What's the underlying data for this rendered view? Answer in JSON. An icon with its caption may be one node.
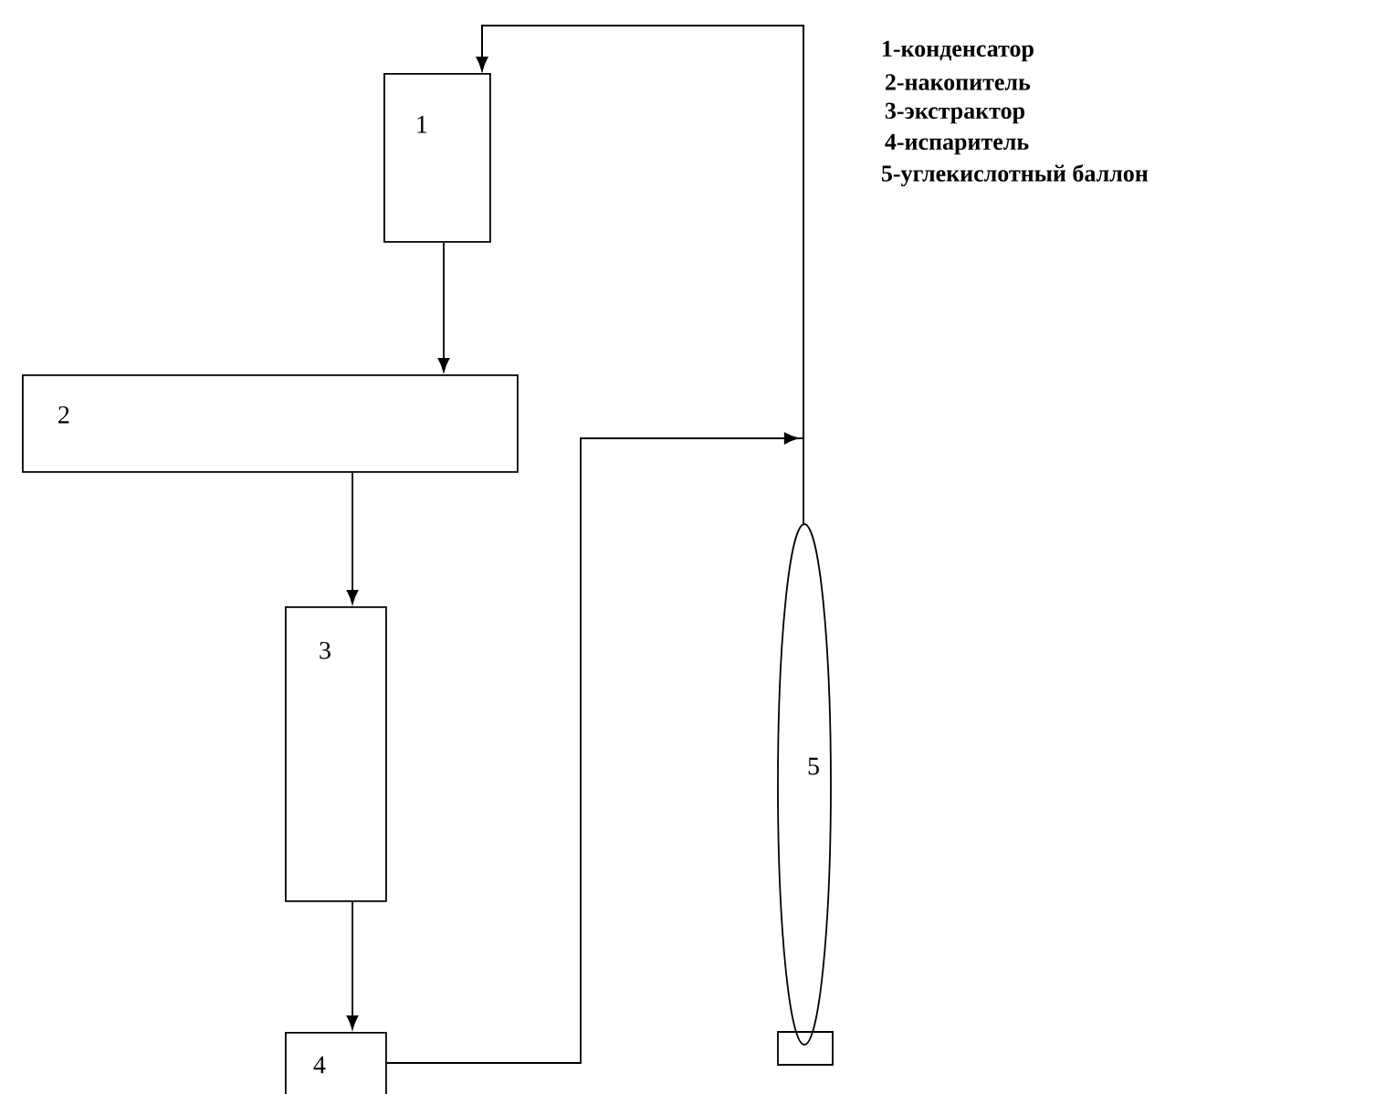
{
  "diagram": {
    "nodes": [
      {
        "text": [
          "1"
        ]
      },
      {
        "text": [
          "2"
        ]
      },
      {
        "text": [
          "3"
        ]
      },
      {
        "text": [
          "4"
        ]
      },
      {
        "text": [
          "5"
        ]
      }
    ],
    "edges": [
      {
        "from": 0,
        "to": 1,
        "arrow": "to"
      },
      {
        "from": 1,
        "to": 2,
        "arrow": "to"
      },
      {
        "from": 2,
        "to": 3,
        "arrow": "to"
      },
      {
        "from": 4,
        "to": 0,
        "arrow": "to"
      },
      {
        "from": 3,
        "to": 0,
        "arrow": "to"
      }
    ],
    "labels": [
      "1-конденсатор",
      "2-накопитель",
      "3-экстрактор",
      "4-испаритель",
      "5-углекислотный баллон"
    ]
  }
}
